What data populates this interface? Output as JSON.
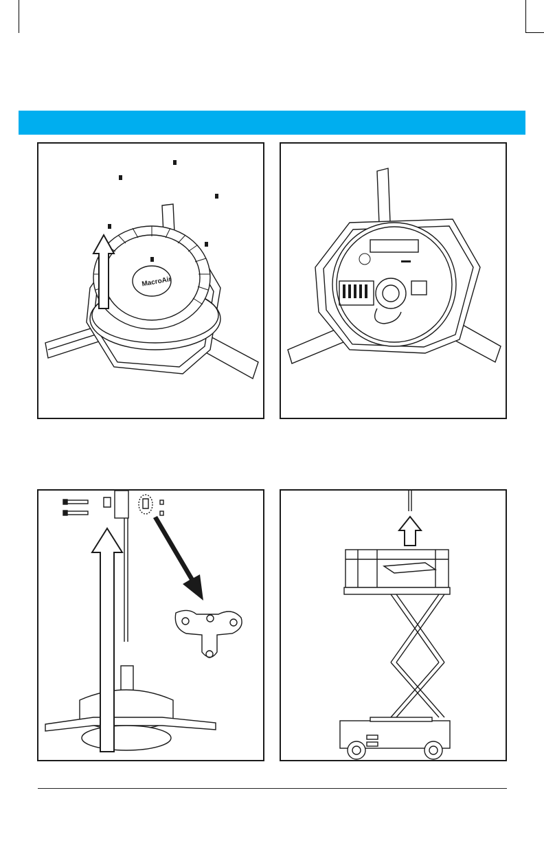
{
  "colors": {
    "header_band": "#00AEEF",
    "outline": "#1a1a1a",
    "background": "#ffffff"
  },
  "header": {
    "band_text": ""
  },
  "figures": [
    {
      "id": "fig-1",
      "icons": [
        "fan-hub-icon",
        "screw-icon",
        "up-arrow-icon"
      ],
      "printed_text": "MacroAir"
    },
    {
      "id": "fig-2",
      "icons": [
        "control-board-icon",
        "mounting-frame-icon"
      ]
    },
    {
      "id": "fig-3",
      "icons": [
        "bolt-icon",
        "bracket-icon",
        "down-arrow-icon",
        "up-arrow-icon",
        "motor-icon"
      ]
    },
    {
      "id": "fig-4",
      "icons": [
        "scissor-lift-icon",
        "up-arrow-icon"
      ]
    }
  ]
}
